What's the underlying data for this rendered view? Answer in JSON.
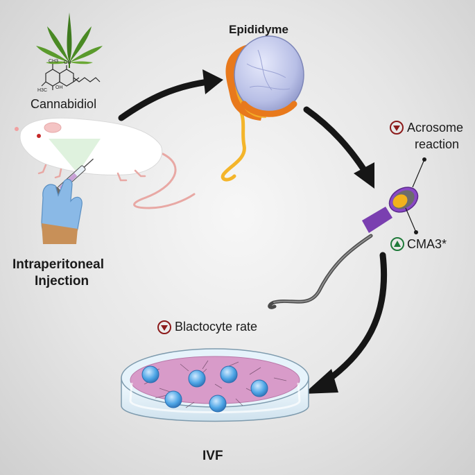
{
  "labels": {
    "cannabidiol": "Cannabidiol",
    "epididyme": "Epididyme",
    "injection_line1": "Intraperitoneal",
    "injection_line2": "Injection",
    "acrosome_line1": "Acrosome",
    "acrosome_line2": "reaction",
    "cma3": "CMA3*",
    "blastocyte": "Blactocyte rate",
    "ivf": "IVF"
  },
  "molecule": {
    "ch3_top": "CH3",
    "oh_top": "OH",
    "oh_mid": "OH",
    "h3c": "H3C"
  },
  "indicators": {
    "acrosome": "decrease",
    "cma3": "increase",
    "blastocyte": "decrease"
  },
  "colors": {
    "arrow": "#161616",
    "decrease": "#8b1a1a",
    "increase": "#1f7a3a",
    "leaf": "#3f7a1f",
    "epididymis_orange": "#e8791c",
    "epididymis_yellow": "#f4b52a",
    "testis": "#b8bfe6",
    "sperm_head": "#8a48c6",
    "acrosome": "#f2b21c",
    "dish_medium": "#d89bc9",
    "cell": "#4fa6e6",
    "glove": "#8ab9e6"
  }
}
